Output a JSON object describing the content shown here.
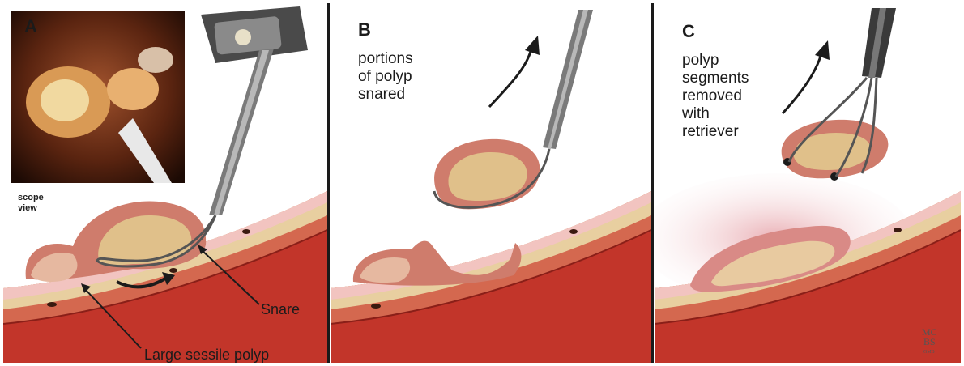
{
  "panels": [
    {
      "letter": "A",
      "scope_label": "scope\nview",
      "labels": {
        "snare": "Snare",
        "polyp": "Large sessile polyp"
      }
    },
    {
      "letter": "B",
      "caption": "portions\nof polyp\nsnared"
    },
    {
      "letter": "C",
      "caption": "polyp\nsegments\nremoved\nwith\nretriever"
    }
  ],
  "signature": "MC\nBS",
  "signature_small": "GMB",
  "colors": {
    "outer_wall": "#c2352a",
    "muscle": "#d4684f",
    "submucosa": "#e8cfa0",
    "mucosa": "#f2c4c0",
    "polyp": "#e0c08a",
    "polyp_rim": "#cf7c6c",
    "instrument": "#6d6d6d",
    "divider": "#1a1a1a"
  },
  "icons": [
    "endoscope-icon",
    "snare-wire-icon",
    "retriever-icon",
    "up-arrow-icon",
    "curved-arrow-icon"
  ]
}
